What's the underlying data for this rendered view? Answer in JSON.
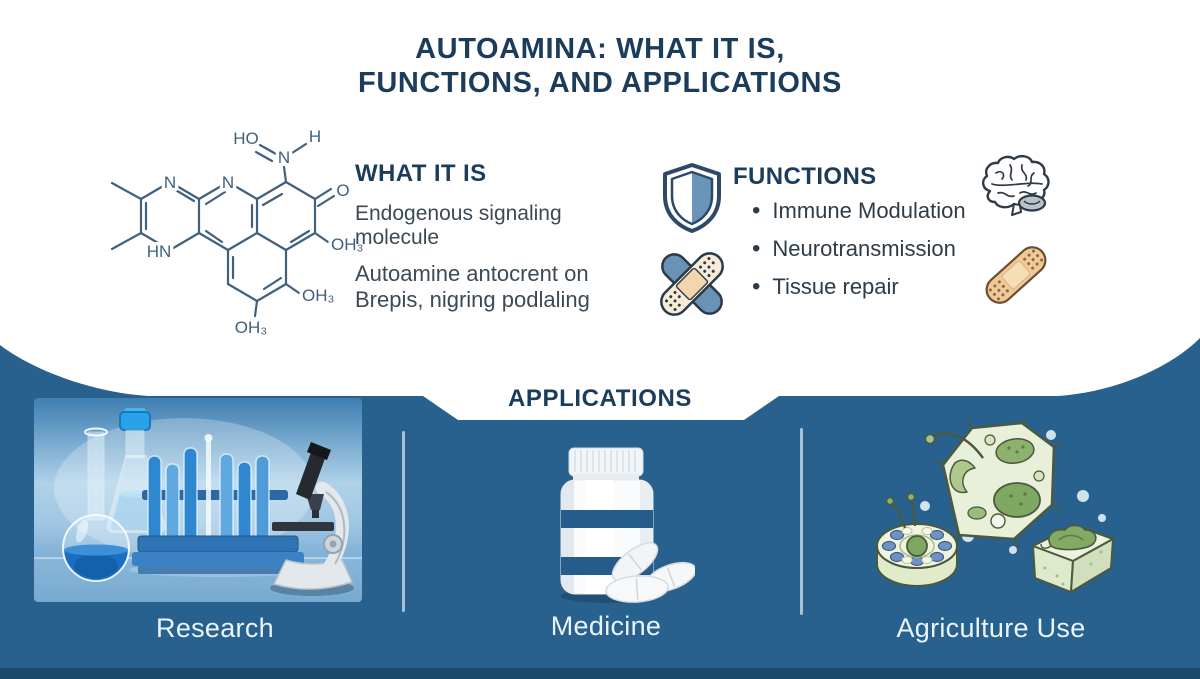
{
  "header": {
    "title_line1": "AUTOAMINA: WHAT IT IS,",
    "title_line2": "FUNCTIONS, AND APPLICATIONS"
  },
  "what_it_is": {
    "heading": "WHAT IT IS",
    "description_1": "Endogenous signaling molecule",
    "description_2": "Autoamine antocrent on",
    "description_3": "Brepis, nigring podlaling"
  },
  "functions": {
    "heading": "FUNCTIONS",
    "bullet": "•",
    "items": [
      {
        "label": "Immune Modulation"
      },
      {
        "label": "Neurotransmission"
      },
      {
        "label": "Tissue repair"
      }
    ],
    "icons": [
      "shield-icon",
      "crossed-bandages-icon",
      "brain-icon",
      "bandage-icon"
    ]
  },
  "applications": {
    "heading": "APPLICATIONS",
    "panels": [
      {
        "label": "Research",
        "illustration": "lab-glassware-and-microscope-photo"
      },
      {
        "label": "Medicine",
        "illustration": "pill-bottle-and-tablets"
      },
      {
        "label": "Agriculture Use",
        "illustration": "plant-cells-illustration"
      }
    ]
  },
  "molecule": {
    "name": "autoamina-chemical-structure",
    "atom_labels": {
      "ho": "HO",
      "n_oxime": "N",
      "h": "H",
      "n_top": "N",
      "n_left": "N",
      "hn": "HN",
      "o": "O",
      "oh3_right": "OH₃",
      "oh3_mid": "OH₃",
      "oh3_bottom": "OH₃"
    }
  },
  "colors": {
    "background_blue": "#28618E",
    "bottom_strip": "#1C4A6D",
    "heading_navy": "#1C3C5C",
    "body_text": "#3C4A54",
    "bottle_stripe_blue": "#255C8A",
    "panel_label_text": "#EAF4FB",
    "panel_divider": "#BCD3E4"
  }
}
